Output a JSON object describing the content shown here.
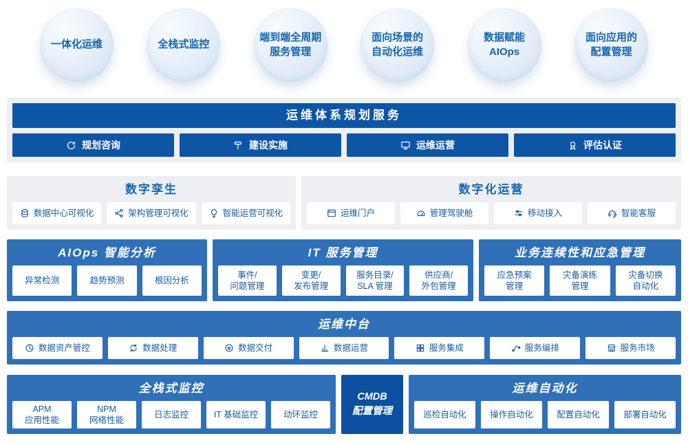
{
  "colors": {
    "header_dark_blue": "#0d55a5",
    "panel_blue": "#2f70b8",
    "cmdb_blue": "#0d4fa0",
    "section_gray": "#edeff2",
    "text_blue": "#1a5a9e",
    "badge_text_blue": "#1565ae"
  },
  "badges": [
    {
      "label": "一体化运维"
    },
    {
      "label": "全栈式监控"
    },
    {
      "label": "端到端全周期\n服务管理"
    },
    {
      "label": "面向场景的\n自动化运维"
    },
    {
      "label": "数据赋能\nAIOps"
    },
    {
      "label": "面向应用的\n配置管理"
    }
  ],
  "planning": {
    "title": "运维体系规划服务",
    "items": [
      {
        "label": "规划咨询",
        "icon": "refresh-icon"
      },
      {
        "label": "建设实施",
        "icon": "hammer-icon"
      },
      {
        "label": "运维运营",
        "icon": "monitor-icon"
      },
      {
        "label": "评估认证",
        "icon": "seal-icon"
      }
    ]
  },
  "digital_twin": {
    "title": "数字孪生",
    "items": [
      {
        "label": "数据中心可视化",
        "icon": "database-icon"
      },
      {
        "label": "架构管理可视化",
        "icon": "topology-icon"
      },
      {
        "label": "智能运营可视化",
        "icon": "bulb-icon"
      }
    ]
  },
  "digital_ops": {
    "title": "数字化运营",
    "items": [
      {
        "label": "运维门户",
        "icon": "portal-icon"
      },
      {
        "label": "管理驾驶舱",
        "icon": "dashboard-icon"
      },
      {
        "label": "移动接入",
        "icon": "sliders-icon"
      },
      {
        "label": "智能客服",
        "icon": "headset-icon"
      }
    ]
  },
  "aiops": {
    "title": "AIOps 智能分析",
    "items": [
      "异常检测",
      "趋势预测",
      "根因分析"
    ]
  },
  "itsm": {
    "title": "IT 服务管理",
    "items": [
      "事件/\n问题管理",
      "变更/\n发布管理",
      "服务目录/\nSLA 管理",
      "供应商/\n外包管理"
    ]
  },
  "bcm": {
    "title": "业务连续性和应急管理",
    "items": [
      "应急预案\n管理",
      "灾备演练\n管理",
      "灾备切换\n自动化"
    ]
  },
  "middle_platform": {
    "title": "运维中台",
    "items": [
      {
        "label": "数据资产管控",
        "icon": "clock-icon"
      },
      {
        "label": "数据处理",
        "icon": "sync-icon"
      },
      {
        "label": "数据交付",
        "icon": "coin-icon"
      },
      {
        "label": "数据运营",
        "icon": "bar-chart-icon"
      },
      {
        "label": "服务集成",
        "icon": "modules-icon"
      },
      {
        "label": "服务编排",
        "icon": "flow-icon"
      },
      {
        "label": "服务市场",
        "icon": "store-icon"
      }
    ]
  },
  "monitoring": {
    "title": "全栈式监控",
    "items": [
      "APM\n应用性能",
      "NPM\n网络性能",
      "日志监控",
      "IT 基础监控",
      "动环监控"
    ]
  },
  "cmdb": {
    "title": "CMDB\n配置管理"
  },
  "automation": {
    "title": "运维自动化",
    "items": [
      "巡检自动化",
      "操作自动化",
      "配置自动化",
      "部署自动化"
    ]
  }
}
